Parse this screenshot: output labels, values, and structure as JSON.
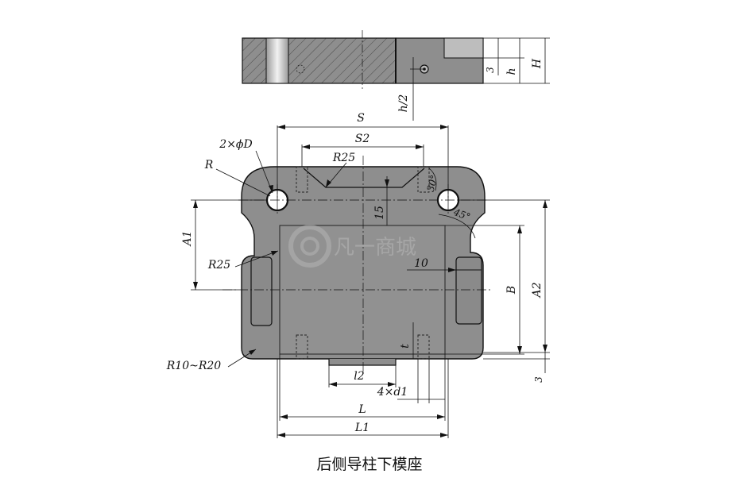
{
  "caption": "后侧导柱下模座",
  "watermark": {
    "text": "凡一商城",
    "icon": "bearing-logo-icon"
  },
  "colors": {
    "part_fill": "#8e8e8e",
    "part_dark": "#6f6f6f",
    "line": "#111111",
    "background": "#ffffff"
  },
  "side_view": {
    "labels": {
      "H": "H",
      "h": "h",
      "three": "3",
      "h_half": "h/2"
    }
  },
  "top_view": {
    "labels": {
      "S": "S",
      "S2": "S2",
      "holes": "2×ϕD",
      "R": "R",
      "R25_top": "R25",
      "R25_left": "R25",
      "angle30": "30°",
      "angle45": "45°",
      "fifteen": "15",
      "A1": "A1",
      "A2": "A2",
      "B": "B",
      "ten": "10",
      "t": "t",
      "l2": "l2",
      "d1": "4×d1",
      "L": "L",
      "L1": "L1",
      "corner_radius": "R10~R20",
      "three_bottom": "3"
    }
  }
}
